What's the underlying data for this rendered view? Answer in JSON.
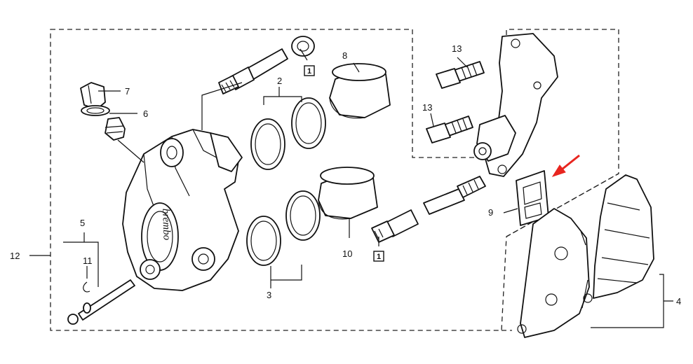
{
  "callouts": {
    "c1": "1",
    "c2": "2",
    "c3": "3",
    "c4": "4",
    "c5": "5",
    "c6": "6",
    "c7": "7",
    "c8": "8",
    "c9": "9",
    "c10": "10",
    "c11": "11",
    "c12": "12",
    "c13a": "13",
    "c13b": "13"
  },
  "boxed_labels": {
    "top": "1",
    "bottom": "1"
  },
  "brand_text": "brembo",
  "colors": {
    "line": "#111111",
    "arrow": "#e8251f",
    "background": "#ffffff"
  },
  "icons": {
    "arrow": "red-pointer-arrow"
  }
}
